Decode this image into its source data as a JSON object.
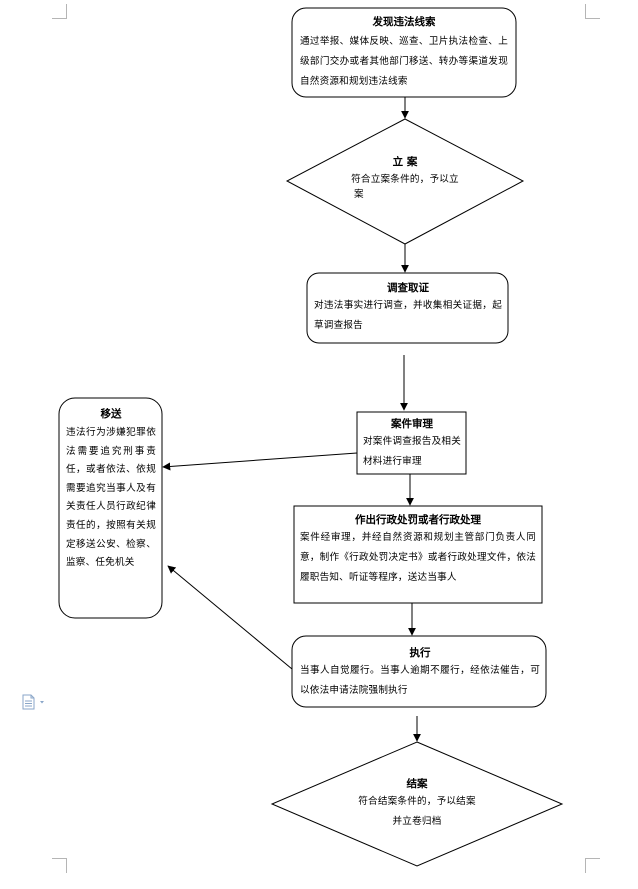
{
  "nodes": {
    "discover": {
      "title": "发现违法线索",
      "text": "通过举报、媒体反映、巡查、卫片执法检查、上级部门交办或者其他部门移送、转办等渠道发现自然资源和规划违法线索"
    },
    "register": {
      "title": "立 案",
      "line1": "符合立案条件的，予以立",
      "line2": "案"
    },
    "investigate": {
      "title": "调查取证",
      "text": "对违法事实进行调查，并收集相关证据，起草调查报告"
    },
    "review": {
      "title": "案件审理",
      "text": "对案件调查报告及相关材料进行审理"
    },
    "decision": {
      "title": "作出行政处罚或者行政处理",
      "text": "案件经审理，并经自然资源和规划主管部门负责人同意，制作《行政处罚决定书》或者行政处理文件，依法履职告知、听证等程序，送达当事人"
    },
    "execute": {
      "title": "执行",
      "text": "当事人自觉履行。当事人逾期不履行，经依法催告，可以依法申请法院强制执行"
    },
    "close": {
      "title": "结案",
      "line1": "符合结案条件的，予以结案",
      "line2": "并立卷归档"
    },
    "transfer": {
      "title": "移送",
      "text": "违法行为涉嫌犯罪依法需要追究刑事责任，或者依法、依规需要追究当事人及有关责任人员行政纪律责任的，按照有关规定移送公安、检察、监察、任免机关"
    }
  },
  "icons": {
    "document": "document-icon",
    "dropdown": "chevron-down-icon"
  },
  "colors": {
    "stroke": "#000000",
    "crop_marks": "#b5b5b5",
    "doc_icon": "#8aa6c8"
  }
}
